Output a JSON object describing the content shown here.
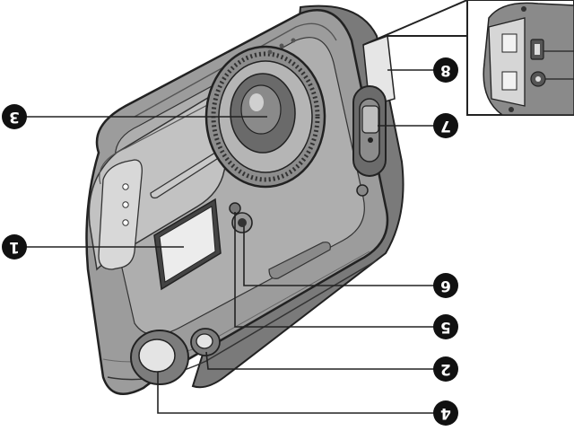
{
  "palette": {
    "outline": "#222222",
    "body": "#9a9a9a",
    "body_light": "#c4c4c4",
    "body_dark": "#6e6e6e",
    "lens_outer": "#a8a8a8",
    "lens_glass": "#5a5a5a",
    "flash": "#e2e2e2",
    "callout_fill": "#111111",
    "callout_text": "#ffffff"
  },
  "callouts": [
    {
      "id": "callout-1",
      "label": "1",
      "rotation": 180
    },
    {
      "id": "callout-2",
      "label": "2",
      "rotation": 180
    },
    {
      "id": "callout-3",
      "label": "3",
      "rotation": 180
    },
    {
      "id": "callout-4",
      "label": "4",
      "rotation": 180
    },
    {
      "id": "callout-5",
      "label": "5",
      "rotation": 180
    },
    {
      "id": "callout-6",
      "label": "6",
      "rotation": 180
    },
    {
      "id": "callout-7",
      "label": "7",
      "rotation": 180
    },
    {
      "id": "callout-8",
      "label": "8",
      "rotation": 180
    }
  ]
}
